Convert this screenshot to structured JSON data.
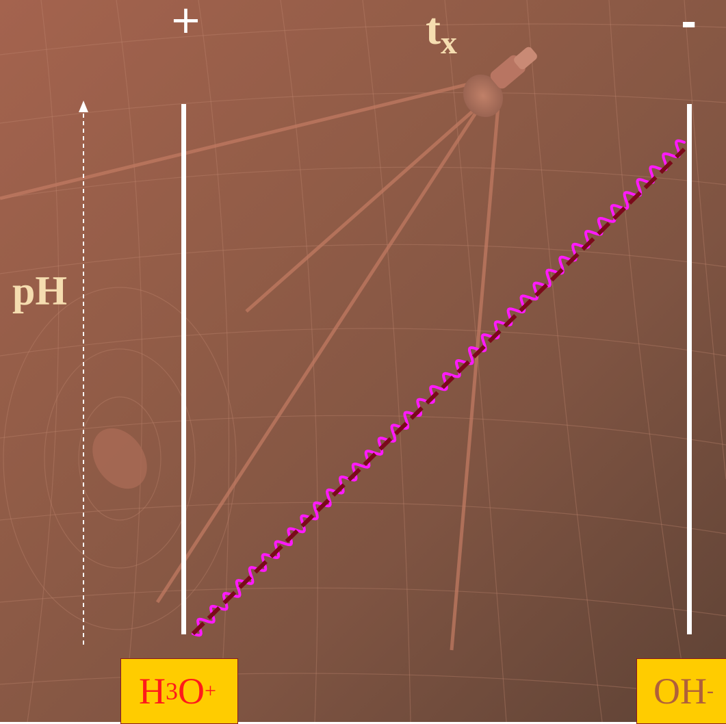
{
  "diagram": {
    "anode_sign": "+",
    "cathode_sign": "-",
    "time_label": {
      "main": "t",
      "sub": "x"
    },
    "axis_label": "pH",
    "anode_species": {
      "main": "H",
      "sub": "3",
      "after": "O",
      "sup": "+"
    },
    "cathode_species": {
      "main": "OH",
      "sup": "-"
    },
    "colors": {
      "electrodes": "#ffffff",
      "gradient_dashed": "#7a0a1a",
      "gradient_wavy": "#ff1aff",
      "box_fill": "#ffcc00",
      "box_border": "#8a1a1a",
      "label_cream": "#f5ddb0"
    }
  }
}
